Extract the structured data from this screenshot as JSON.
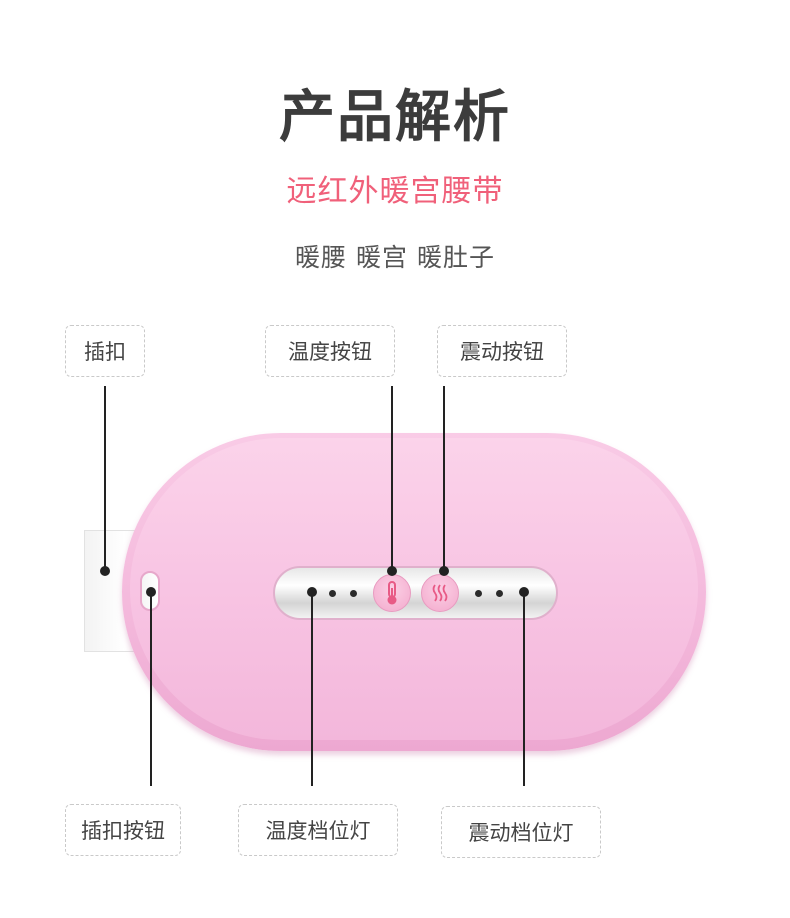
{
  "header": {
    "title": "产品解析",
    "subtitle": "远红外暖宫腰带",
    "tagline": "暖腰 暖宫 暖肚子"
  },
  "callouts": {
    "buckle": "插扣",
    "temp_button": "温度按钮",
    "vibration_button": "震动按钮",
    "buckle_button": "插扣按钮",
    "temp_level_light": "温度档位灯",
    "vibration_level_light": "震动档位灯"
  },
  "icons": {
    "temperature": "thermometer-icon",
    "vibration": "heat-wave-icon"
  },
  "colors": {
    "title": "#3c3c3c",
    "subtitle": "#f0607a",
    "device_pink": "#f8c4e3",
    "button_icon": "#e85a86"
  }
}
